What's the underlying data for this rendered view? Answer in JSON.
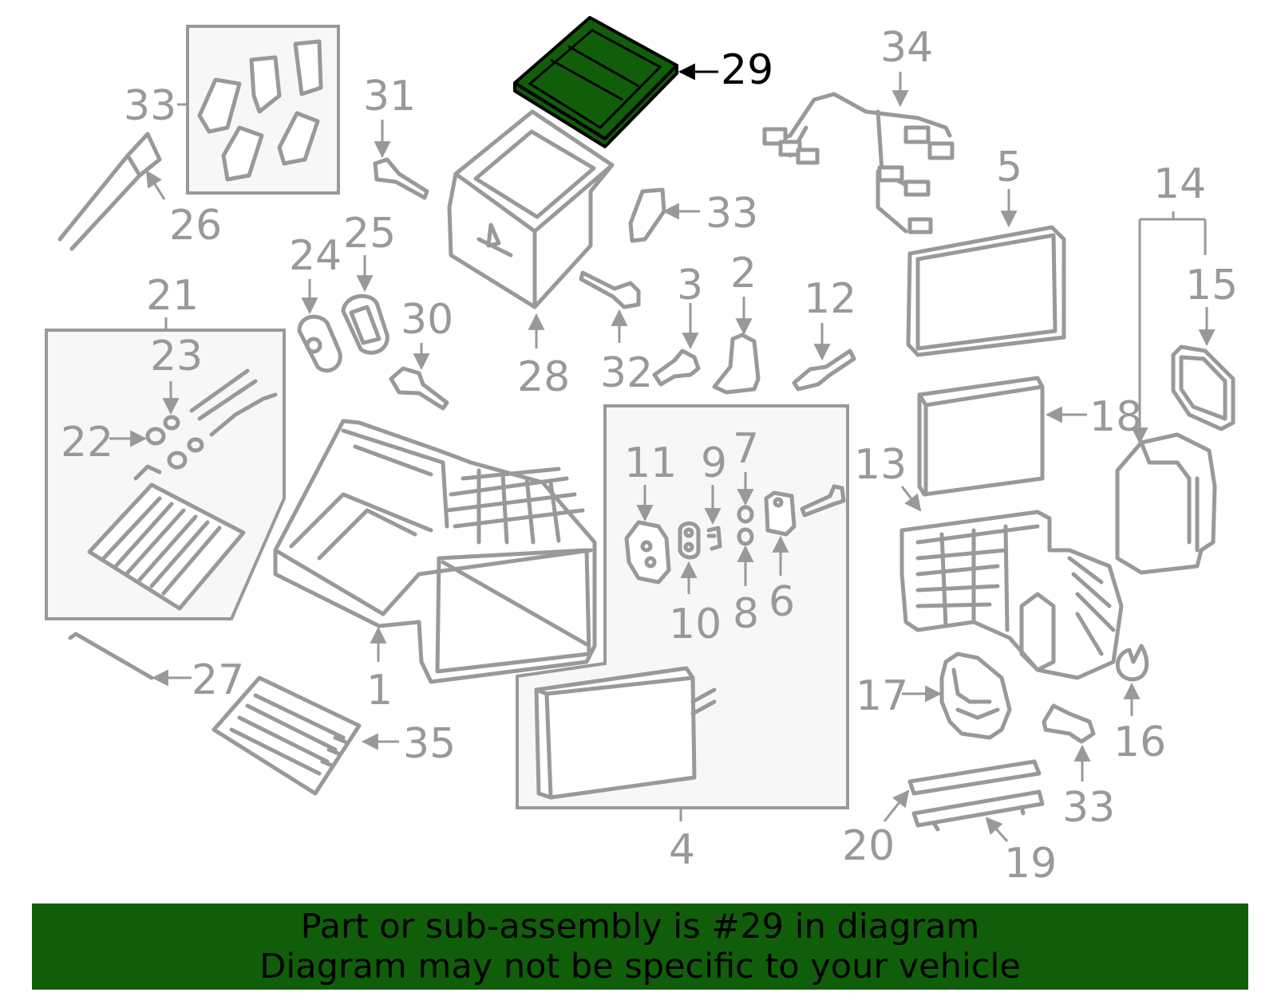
{
  "highlight_color": "#115e0a",
  "line_color": "#999999",
  "callouts": {
    "c1": "1",
    "c2": "2",
    "c3": "3",
    "c4": "4",
    "c5": "5",
    "c6": "6",
    "c7": "7",
    "c8": "8",
    "c9": "9",
    "c10": "10",
    "c11": "11",
    "c12": "12",
    "c13": "13",
    "c14": "14",
    "c15": "15",
    "c16": "16",
    "c17": "17",
    "c18": "18",
    "c19": "19",
    "c20": "20",
    "c21": "21",
    "c22": "22",
    "c23": "23",
    "c24": "24",
    "c25": "25",
    "c26": "26",
    "c27": "27",
    "c28": "28",
    "c29": "29",
    "c30": "30",
    "c31": "31",
    "c32": "32",
    "c33a": "33",
    "c33b": "33",
    "c33c": "33",
    "c34": "34",
    "c35": "35"
  },
  "banner": {
    "line1": "Part or sub-assembly is #29 in diagram",
    "line2": "Diagram may not be specific to your vehicle"
  }
}
